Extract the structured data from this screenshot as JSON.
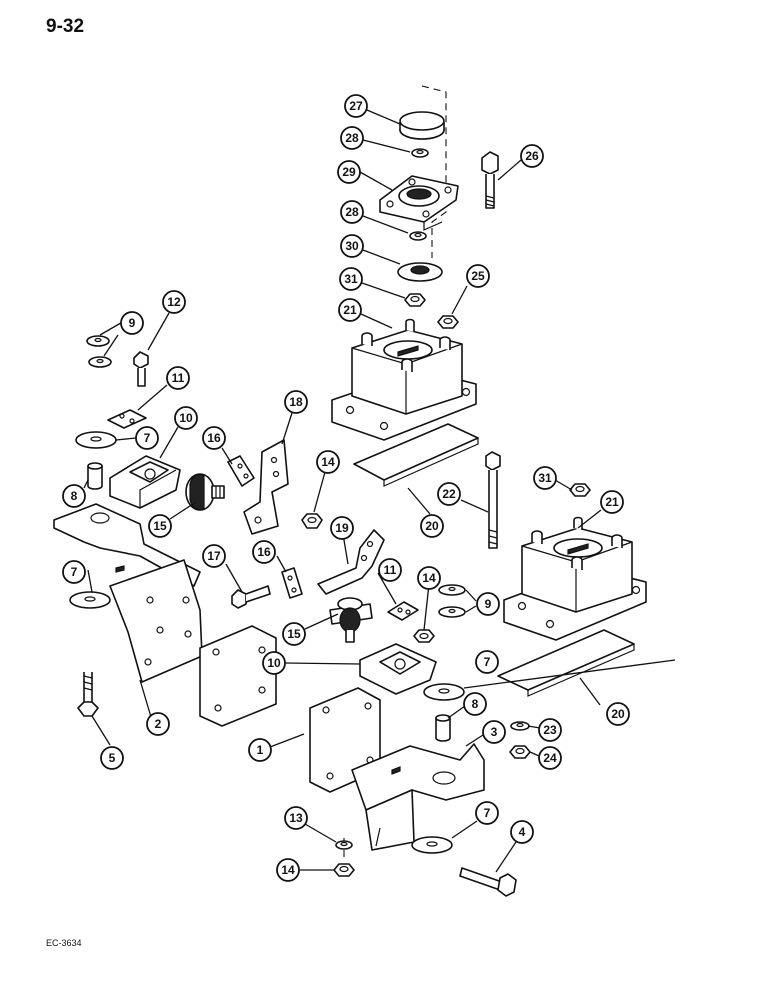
{
  "page": {
    "number": "9-32",
    "drawing_code": "EC-3634"
  },
  "callouts": [
    {
      "id": "c27",
      "label": "27"
    },
    {
      "id": "c28a",
      "label": "28"
    },
    {
      "id": "c26",
      "label": "26"
    },
    {
      "id": "c29",
      "label": "29"
    },
    {
      "id": "c28b",
      "label": "28"
    },
    {
      "id": "c30",
      "label": "30"
    },
    {
      "id": "c31a",
      "label": "31"
    },
    {
      "id": "c25",
      "label": "25"
    },
    {
      "id": "c21a",
      "label": "21"
    },
    {
      "id": "c12",
      "label": "12"
    },
    {
      "id": "c9a",
      "label": "9"
    },
    {
      "id": "c11a",
      "label": "11"
    },
    {
      "id": "c10a",
      "label": "10"
    },
    {
      "id": "c7a",
      "label": "7"
    },
    {
      "id": "c8a",
      "label": "8"
    },
    {
      "id": "c18",
      "label": "18"
    },
    {
      "id": "c16a",
      "label": "16"
    },
    {
      "id": "c14a",
      "label": "14"
    },
    {
      "id": "c15a",
      "label": "15"
    },
    {
      "id": "c22",
      "label": "22"
    },
    {
      "id": "c31b",
      "label": "31"
    },
    {
      "id": "c21b",
      "label": "21"
    },
    {
      "id": "c20a",
      "label": "20"
    },
    {
      "id": "c19",
      "label": "19"
    },
    {
      "id": "c7b",
      "label": "7"
    },
    {
      "id": "c17",
      "label": "17"
    },
    {
      "id": "c16b",
      "label": "16"
    },
    {
      "id": "c11b",
      "label": "11"
    },
    {
      "id": "c14b",
      "label": "14"
    },
    {
      "id": "c9b",
      "label": "9"
    },
    {
      "id": "c15b",
      "label": "15"
    },
    {
      "id": "c10b",
      "label": "10"
    },
    {
      "id": "c7c",
      "label": "7"
    },
    {
      "id": "c20b",
      "label": "20"
    },
    {
      "id": "c2",
      "label": "2"
    },
    {
      "id": "c8b",
      "label": "8"
    },
    {
      "id": "c3",
      "label": "3"
    },
    {
      "id": "c23",
      "label": "23"
    },
    {
      "id": "c24",
      "label": "24"
    },
    {
      "id": "c1",
      "label": "1"
    },
    {
      "id": "c5",
      "label": "5"
    },
    {
      "id": "c13",
      "label": "13"
    },
    {
      "id": "c7d",
      "label": "7"
    },
    {
      "id": "c4",
      "label": "4"
    },
    {
      "id": "c14c",
      "label": "14"
    }
  ]
}
